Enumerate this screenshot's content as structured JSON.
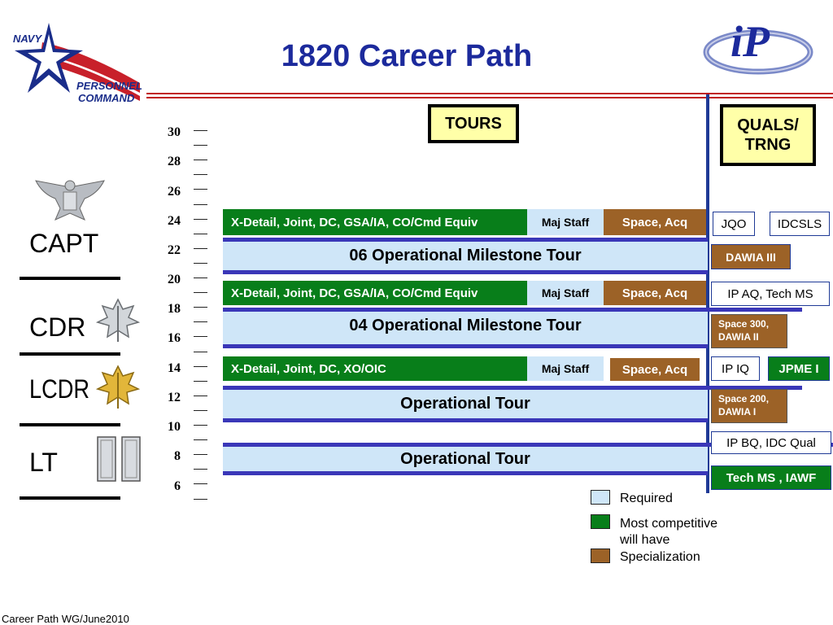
{
  "title": "1820 Career Path",
  "logo_left": {
    "line1": "NAVY",
    "line2": "PERSONNEL",
    "line3": "COMMAND"
  },
  "logo_right": {
    "text": "iP"
  },
  "headers": {
    "tours": "TOURS",
    "quals": "QUALS/\nTRNG"
  },
  "years": [
    "30",
    "28",
    "26",
    "24",
    "22",
    "20",
    "18",
    "16",
    "14",
    "12",
    "10",
    "8",
    "6"
  ],
  "ranks": [
    "CAPT",
    "CDR",
    "LCDR",
    "LT"
  ],
  "rows": {
    "capt_green": "X-Detail, Joint, DC, GSA/IA, CO/Cmd Equiv",
    "capt_maj": "Maj Staff",
    "capt_brown": "Space, Acq",
    "capt_blue": "06 Operational Milestone Tour",
    "cdr_green": "X-Detail, Joint, DC, GSA/IA, CO/Cmd Equiv",
    "cdr_maj": "Maj Staff",
    "cdr_brown": "Space, Acq",
    "cdr_blue": "04 Operational Milestone Tour",
    "lcdr_green": "X-Detail, Joint, DC, XO/OIC",
    "lcdr_maj": "Maj Staff",
    "lcdr_brown": "Space, Acq",
    "lcdr_blue": "Operational Tour",
    "lt_blue": "Operational Tour"
  },
  "quals": {
    "jqo": "JQO",
    "idcsls": "IDCSLS",
    "dawia3": "DAWIA III",
    "ipaq": "IP AQ, Tech MS",
    "space300_l1": "Space 300,",
    "space300_l2": "DAWIA II",
    "ipiq": "IP IQ",
    "jpme": "JPME I",
    "space200_l1": "Space 200,",
    "space200_l2": "DAWIA I",
    "ipbq": "IP BQ, IDC Qual",
    "techms": "Tech MS , IAWF"
  },
  "legend": {
    "required": "Required",
    "competitive_l1": "Most competitive",
    "competitive_l2": "will have",
    "specialization": "Specialization"
  },
  "colors": {
    "required": "#cfe6f8",
    "competitive": "#087e1a",
    "specialization": "#9c6227",
    "accent": "#1c2a9c"
  },
  "footer": "Career Path WG/June2010"
}
